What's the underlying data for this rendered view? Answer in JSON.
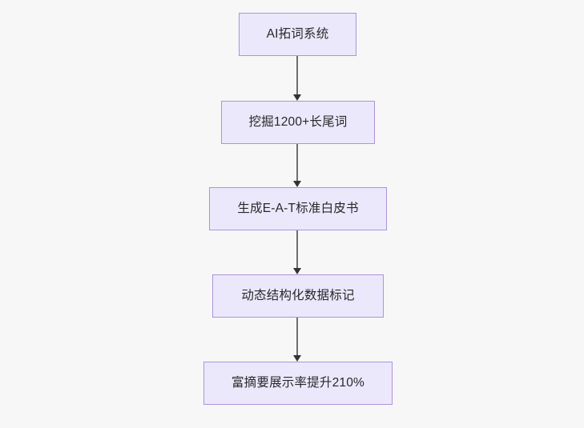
{
  "diagram": {
    "type": "flowchart",
    "direction": "top-to-bottom",
    "background_color": "#f7f7f7",
    "node_fill_color": "#ebe8fc",
    "node_border_color": "#ac93d9",
    "node_text_color": "#282828",
    "edge_color": "#6f6f6f",
    "arrowhead_color": "#333333",
    "nodes": [
      {
        "id": "n0",
        "label": "AI拓词系统"
      },
      {
        "id": "n1",
        "label": "挖掘1200+长尾词"
      },
      {
        "id": "n2",
        "label": "生成E-A-T标准白皮书"
      },
      {
        "id": "n3",
        "label": "动态结构化数据标记"
      },
      {
        "id": "n4",
        "label": "富摘要展示率提升210%"
      }
    ],
    "edges": [
      {
        "id": "e0",
        "from": "n0",
        "to": "n1",
        "label": "",
        "style": "solid-arrow"
      },
      {
        "id": "e1",
        "from": "n1",
        "to": "n2",
        "label": "",
        "style": "solid-arrow"
      },
      {
        "id": "e2",
        "from": "n2",
        "to": "n3",
        "label": "",
        "style": "solid-arrow"
      },
      {
        "id": "e3",
        "from": "n3",
        "to": "n4",
        "label": "",
        "style": "solid-arrow"
      }
    ]
  }
}
